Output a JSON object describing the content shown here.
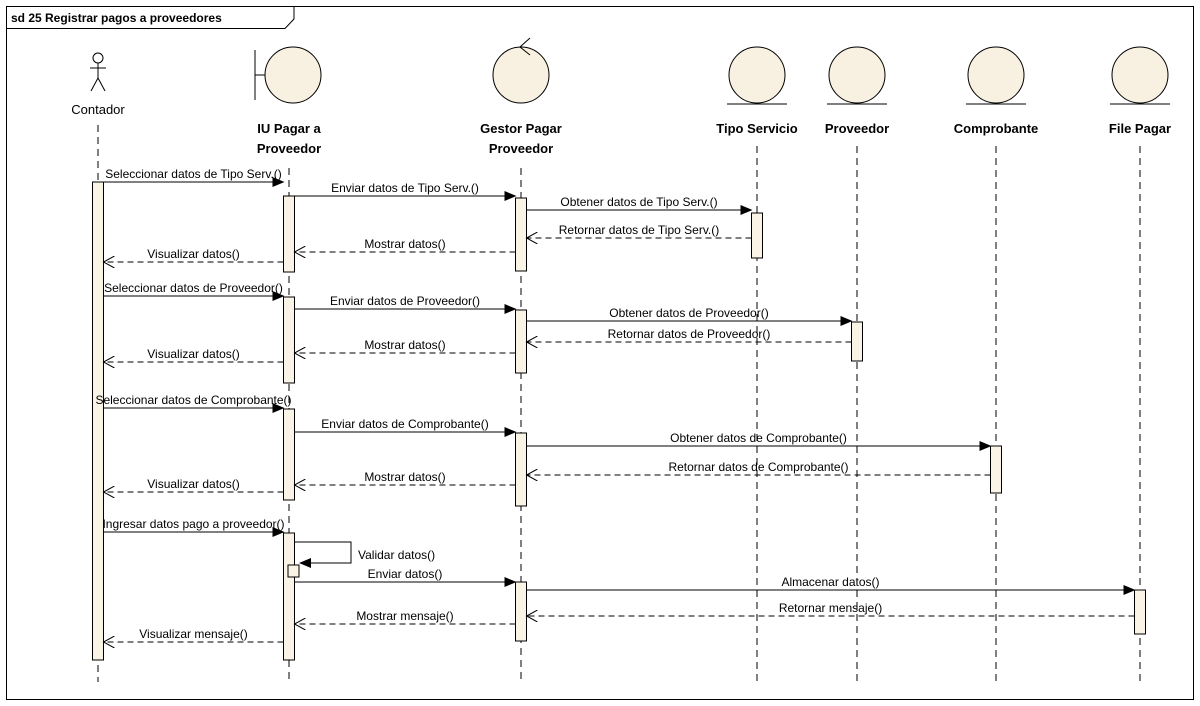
{
  "frame": {
    "title": "sd 25 Registrar pagos a proveedores"
  },
  "colors": {
    "participant_fill": "#f8f0e0",
    "activation_fill": "#faf4e6",
    "line": "#000000"
  },
  "participants": [
    {
      "id": "contador",
      "kind": "actor",
      "icon": "stick-figure-actor-icon",
      "label_lines": [
        "Contador"
      ]
    },
    {
      "id": "iu",
      "kind": "boundary",
      "icon": "boundary-icon",
      "label_lines": [
        "IU Pagar a",
        "Proveedor"
      ]
    },
    {
      "id": "gestor",
      "kind": "control",
      "icon": "control-icon",
      "label_lines": [
        "Gestor Pagar",
        "Proveedor"
      ]
    },
    {
      "id": "tipo",
      "kind": "entity",
      "icon": "entity-icon",
      "label_lines": [
        "Tipo Servicio"
      ]
    },
    {
      "id": "prov",
      "kind": "entity",
      "icon": "entity-icon",
      "label_lines": [
        "Proveedor"
      ]
    },
    {
      "id": "comp",
      "kind": "entity",
      "icon": "entity-icon",
      "label_lines": [
        "Comprobante"
      ]
    },
    {
      "id": "file",
      "kind": "entity",
      "icon": "entity-icon",
      "label_lines": [
        "File Pagar"
      ]
    }
  ],
  "messages": [
    {
      "from": "contador",
      "to": "iu",
      "label": "Seleccionar datos de Tipo Serv.()",
      "type": "sync"
    },
    {
      "from": "iu",
      "to": "gestor",
      "label": "Enviar datos de Tipo Serv.()",
      "type": "sync"
    },
    {
      "from": "gestor",
      "to": "tipo",
      "label": "Obtener datos de Tipo Serv.()",
      "type": "sync"
    },
    {
      "from": "tipo",
      "to": "gestor",
      "label": "Retornar datos de Tipo Serv.()",
      "type": "return"
    },
    {
      "from": "gestor",
      "to": "iu",
      "label": "Mostrar datos()",
      "type": "return"
    },
    {
      "from": "iu",
      "to": "contador",
      "label": "Visualizar datos()",
      "type": "return"
    },
    {
      "from": "contador",
      "to": "iu",
      "label": "Seleccionar datos de Proveedor()",
      "type": "sync"
    },
    {
      "from": "iu",
      "to": "gestor",
      "label": "Enviar datos de Proveedor()",
      "type": "sync"
    },
    {
      "from": "gestor",
      "to": "prov",
      "label": "Obtener datos de Proveedor()",
      "type": "sync"
    },
    {
      "from": "prov",
      "to": "gestor",
      "label": "Retornar datos de Proveedor()",
      "type": "return"
    },
    {
      "from": "gestor",
      "to": "iu",
      "label": "Mostrar datos()",
      "type": "return"
    },
    {
      "from": "iu",
      "to": "contador",
      "label": "Visualizar datos()",
      "type": "return"
    },
    {
      "from": "contador",
      "to": "iu",
      "label": "Seleccionar datos de Comprobante()",
      "type": "sync"
    },
    {
      "from": "iu",
      "to": "gestor",
      "label": "Enviar datos de Comprobante()",
      "type": "sync"
    },
    {
      "from": "gestor",
      "to": "comp",
      "label": "Obtener datos de Comprobante()",
      "type": "sync"
    },
    {
      "from": "comp",
      "to": "gestor",
      "label": "Retornar datos de Comprobante()",
      "type": "return"
    },
    {
      "from": "gestor",
      "to": "iu",
      "label": "Mostrar datos()",
      "type": "return"
    },
    {
      "from": "iu",
      "to": "contador",
      "label": "Visualizar datos()",
      "type": "return"
    },
    {
      "from": "contador",
      "to": "iu",
      "label": "Ingresar datos pago a proveedor()",
      "type": "sync"
    },
    {
      "from": "iu",
      "to": "iu",
      "label": "Validar datos()",
      "type": "self"
    },
    {
      "from": "iu",
      "to": "gestor",
      "label": "Enviar datos()",
      "type": "sync"
    },
    {
      "from": "gestor",
      "to": "file",
      "label": "Almacenar datos()",
      "type": "sync"
    },
    {
      "from": "file",
      "to": "gestor",
      "label": "Retornar mensaje()",
      "type": "return"
    },
    {
      "from": "gestor",
      "to": "iu",
      "label": "Mostrar mensaje()",
      "type": "return"
    },
    {
      "from": "iu",
      "to": "contador",
      "label": "Visualizar mensaje()",
      "type": "return"
    }
  ]
}
